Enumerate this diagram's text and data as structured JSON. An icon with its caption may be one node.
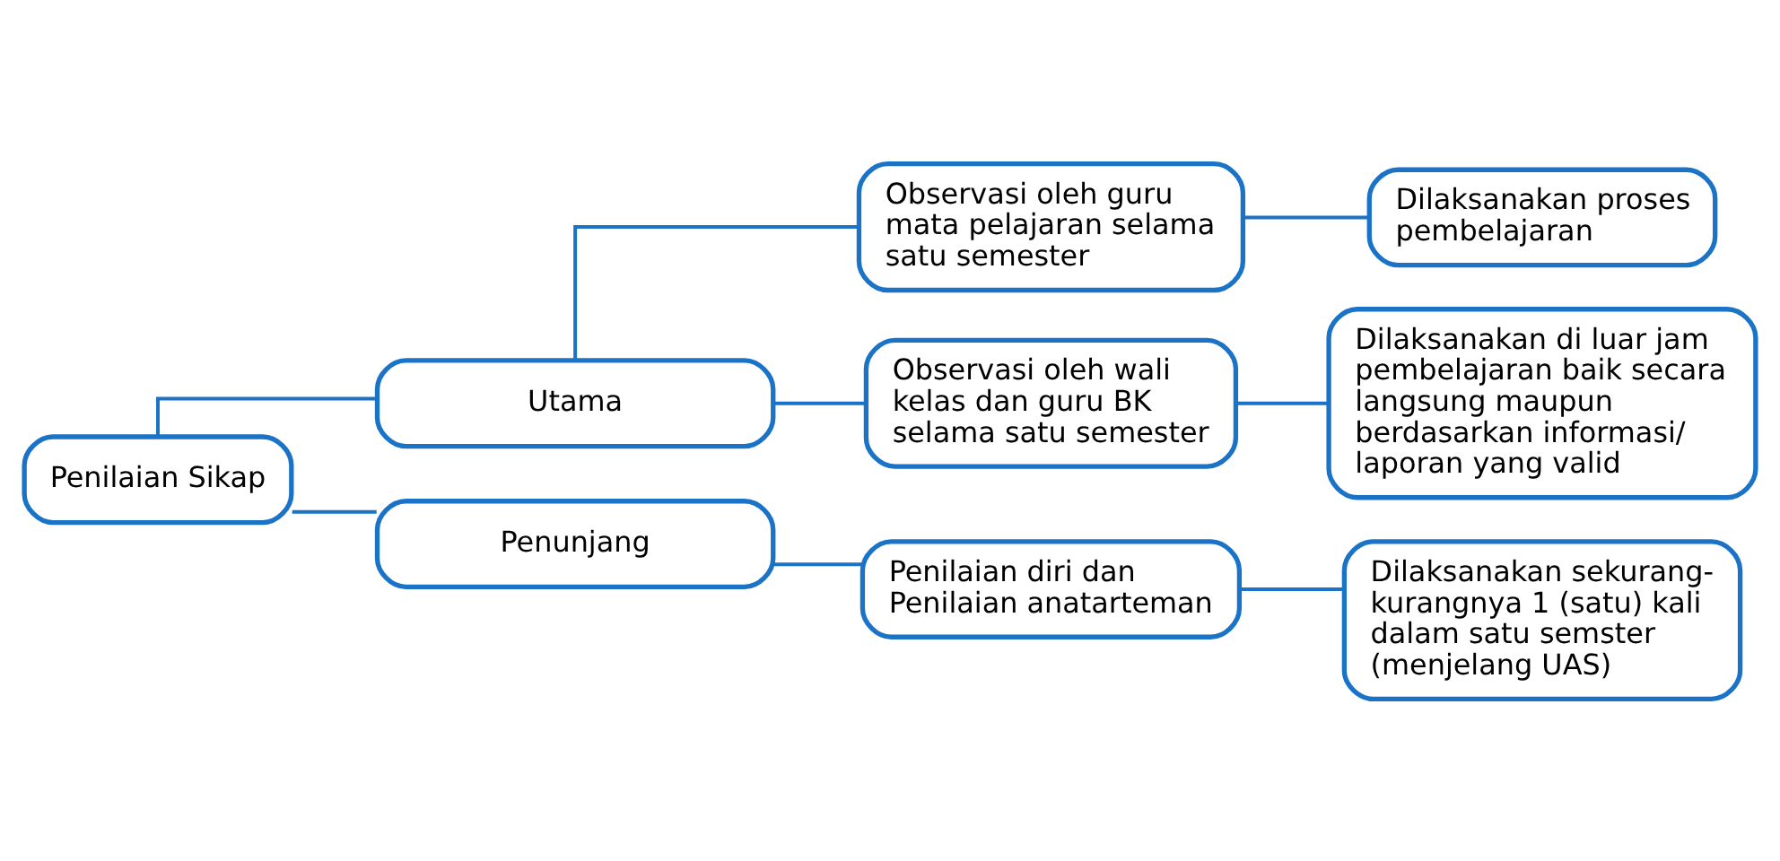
{
  "diagram": {
    "nodes": [
      {
        "text": [
          "Penilaian Sikap"
        ]
      },
      {
        "text": [
          "Utama"
        ]
      },
      {
        "text": [
          "Penunjang"
        ]
      },
      {
        "text": [
          "Observasi oleh guru mata pelajaran selama satu semester"
        ]
      },
      {
        "text": [
          "Dilaksanakan proses pembelajaran"
        ]
      },
      {
        "text": [
          "Observasi oleh wali kelas dan guru BK selama satu semester"
        ]
      },
      {
        "text": [
          "Dilaksanakan di luar jam pembelajaran baik secara langsung maupun berdasarkan informasi/ laporan yang valid"
        ]
      },
      {
        "text": [
          "Penilaian diri dan Penilaian anatarteman"
        ]
      },
      {
        "text": [
          "Dilaksanakan sekurang-kurangnya 1 (satu) kali dalam satu semster (menjelang UAS)"
        ]
      }
    ],
    "edges": [
      {
        "from": 0,
        "to": 1,
        "arrow": "none"
      },
      {
        "from": 0,
        "to": 2,
        "arrow": "none"
      },
      {
        "from": 1,
        "to": 3,
        "arrow": "none"
      },
      {
        "from": 1,
        "to": 5,
        "arrow": "none"
      },
      {
        "from": 3,
        "to": 4,
        "arrow": "none"
      },
      {
        "from": 5,
        "to": 6,
        "arrow": "none"
      },
      {
        "from": 2,
        "to": 7,
        "arrow": "none"
      },
      {
        "from": 7,
        "to": 8,
        "arrow": "none"
      }
    ]
  }
}
